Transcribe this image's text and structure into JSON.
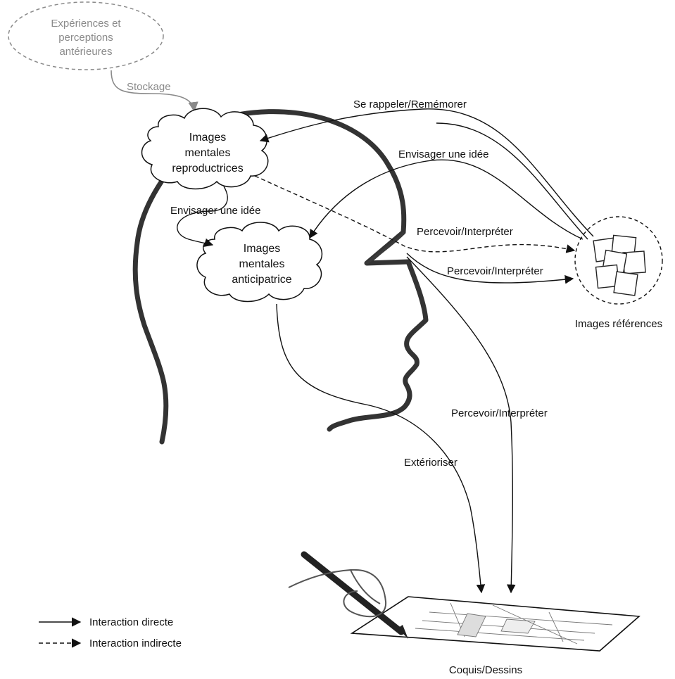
{
  "nodes": {
    "prior_experiences": [
      "Expériences et",
      "perceptions",
      "antérieures"
    ],
    "reproductive_images": [
      "Images",
      "mentales",
      "reproductrices"
    ],
    "anticipatory_images": [
      "Images",
      "mentales",
      "anticipatrice"
    ],
    "reference_images": "Images références",
    "sketches": "Coquis/Dessins"
  },
  "edges": {
    "storage": "Stockage",
    "recall": "Se rappeler/Remémorer",
    "envision_idea_right": "Envisager une idée",
    "envision_idea_left": "Envisager une idée",
    "perceive_dashed": "Percevoir/Interpréter",
    "perceive_solid": "Percevoir/Interpréter",
    "perceive_sketch": "Percevoir/Interpréter",
    "externalize": "Extérioriser"
  },
  "legend": {
    "direct": "Interaction directe",
    "indirect": "Interaction indirecte"
  },
  "colors": {
    "line": "#111111",
    "grey_line": "#8a8a8a",
    "head": "#333333"
  }
}
